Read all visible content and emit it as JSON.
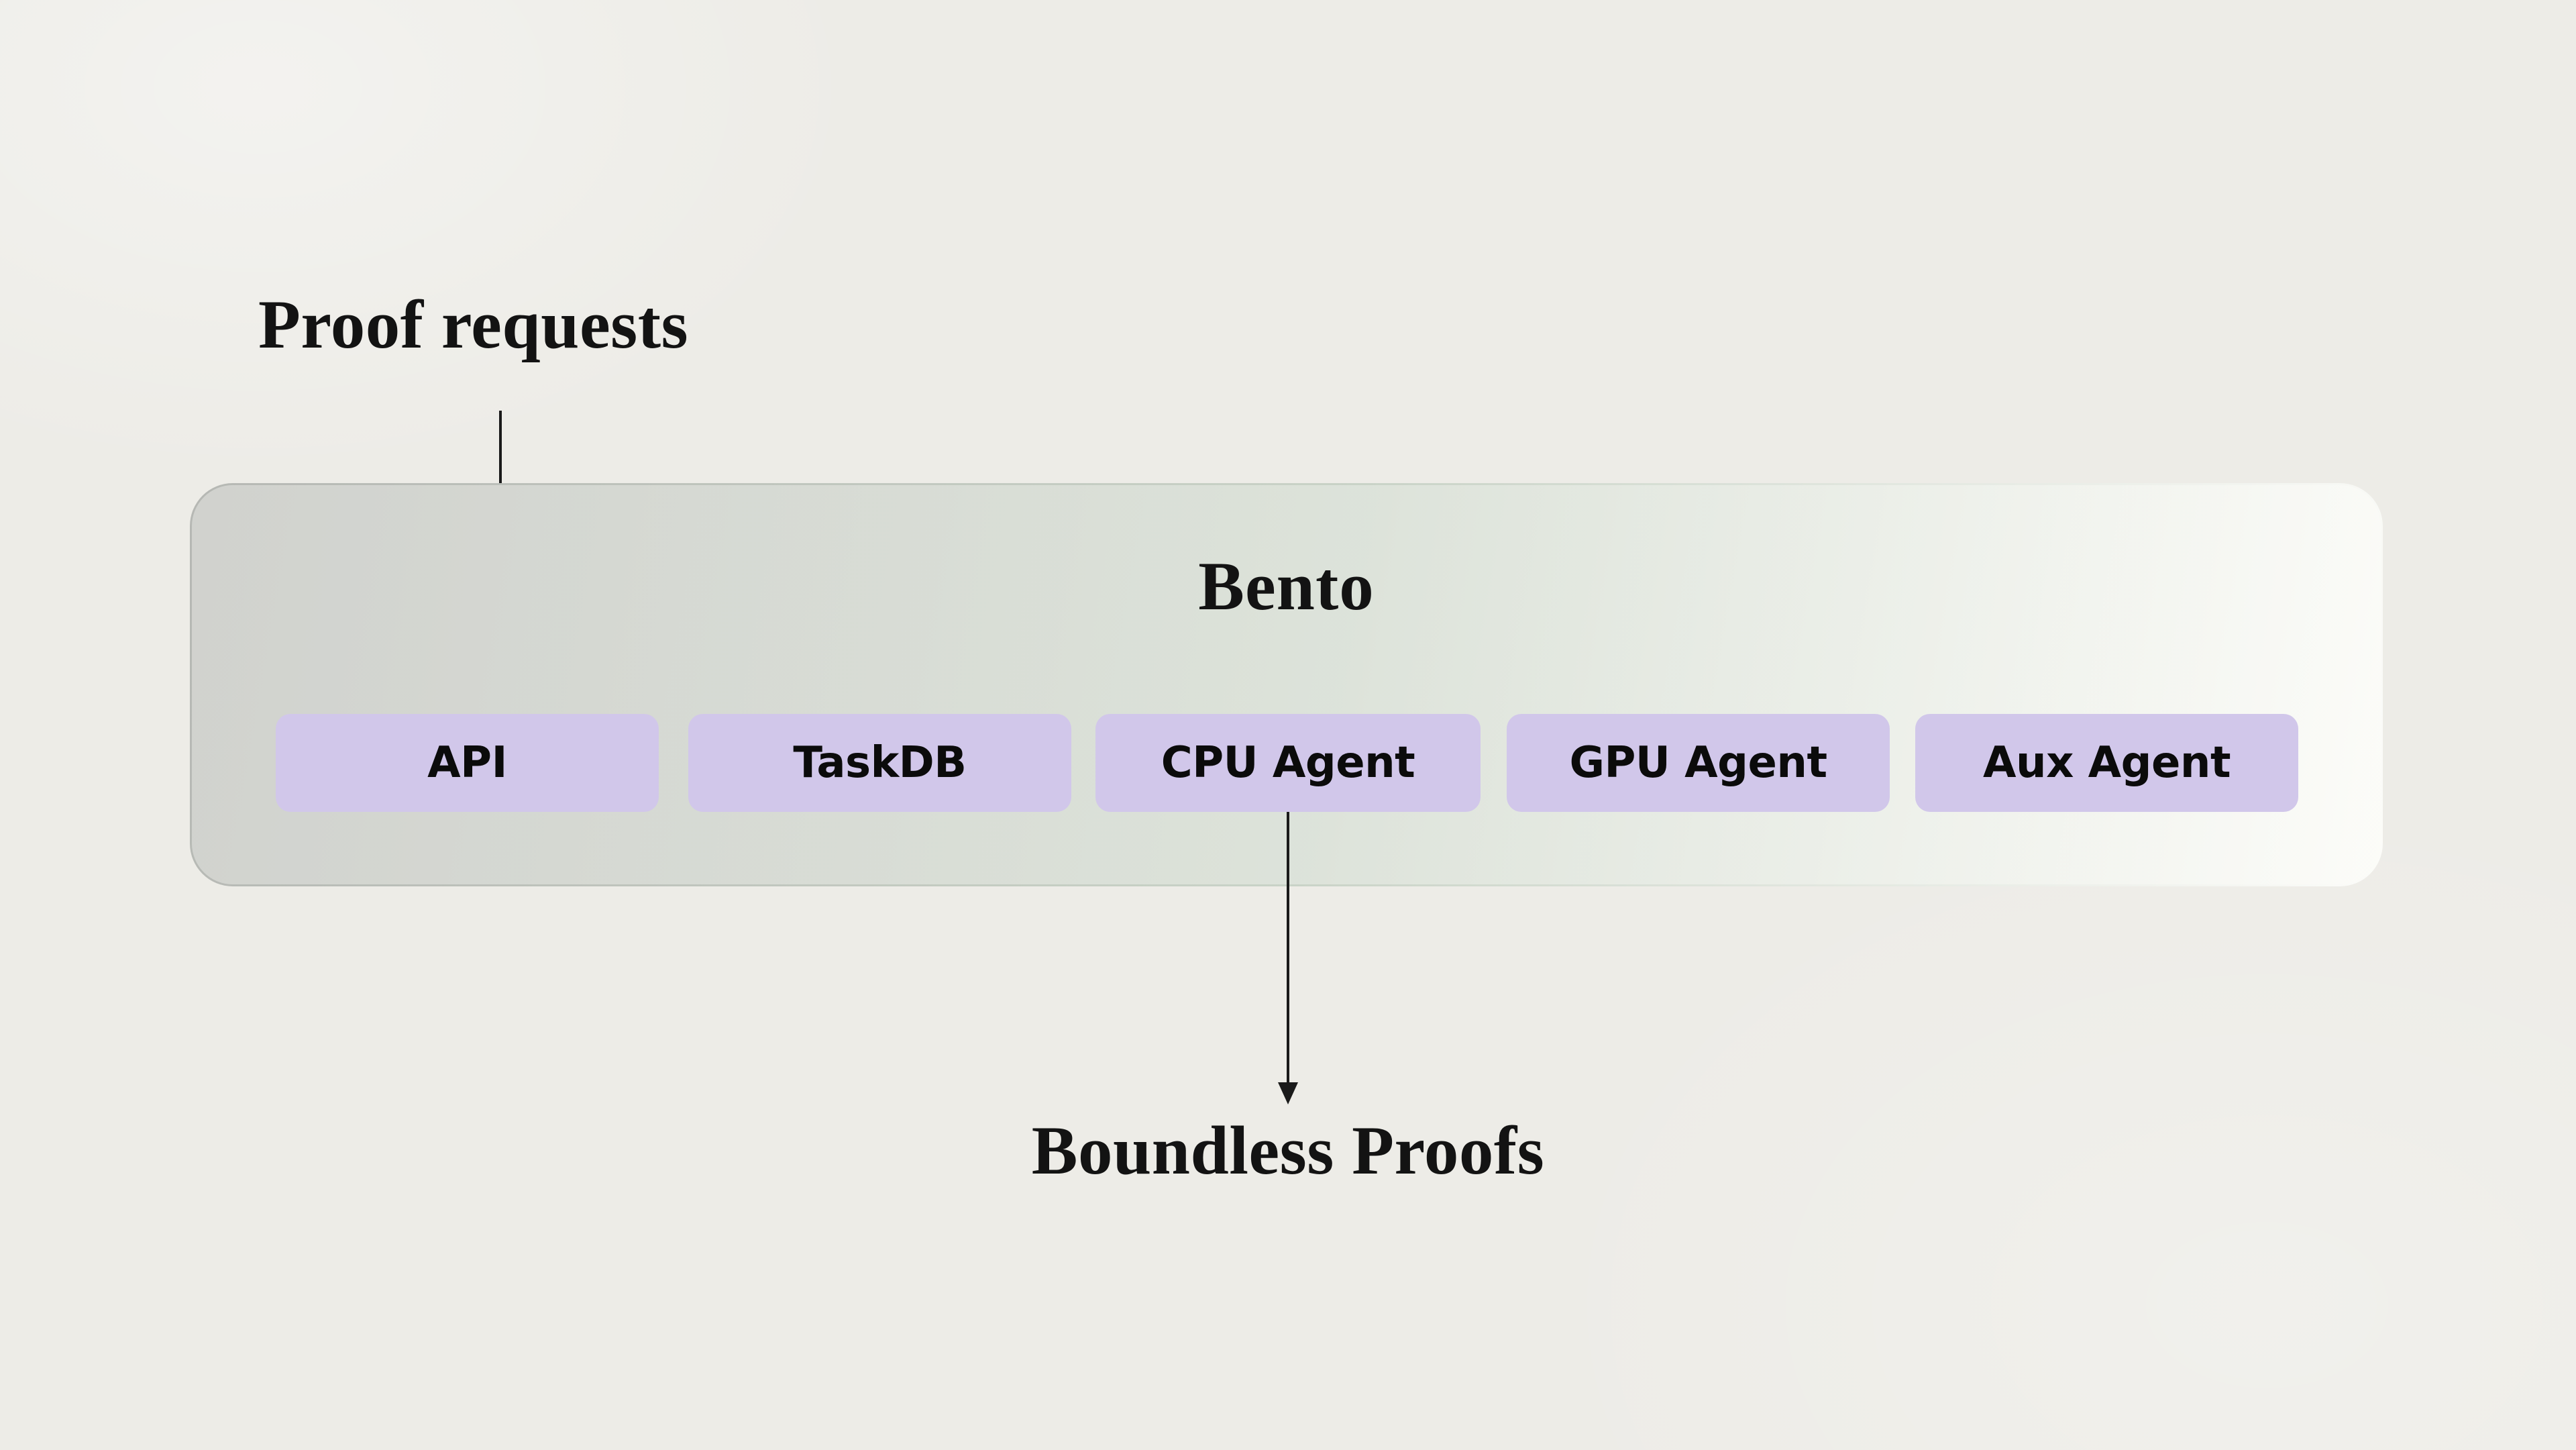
{
  "theme": {
    "bg": "#edece7",
    "ink": "#131313",
    "box_fill": "#d1c7ea",
    "box_text": "#0b0b0b",
    "arrow": "#1a1a1a",
    "border_left": "#b6b8b4",
    "border_mid": "#c9d3c7",
    "border_right": "#fcfcf9"
  },
  "diagram": {
    "input_label": "Proof requests",
    "output_label": "Boundless Proofs",
    "container": {
      "title": "Bento",
      "boxes": [
        {
          "label": "API"
        },
        {
          "label": "TaskDB"
        },
        {
          "label": "CPU Agent"
        },
        {
          "label": "GPU Agent"
        },
        {
          "label": "Aux Agent"
        }
      ]
    }
  }
}
